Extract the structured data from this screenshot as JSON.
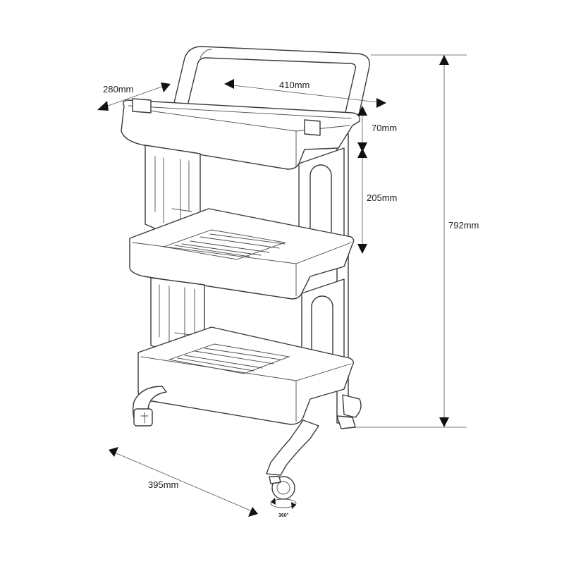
{
  "dimensions": {
    "depth": "280mm",
    "width": "410mm",
    "basket_height": "70mm",
    "shelf_gap": "205mm",
    "total_height": "792mm",
    "base_length": "395mm"
  },
  "caster": {
    "rotation_label": "360°"
  },
  "colors": {
    "line": "#3a3a3a",
    "arrow": "#111111",
    "background": "#ffffff"
  }
}
